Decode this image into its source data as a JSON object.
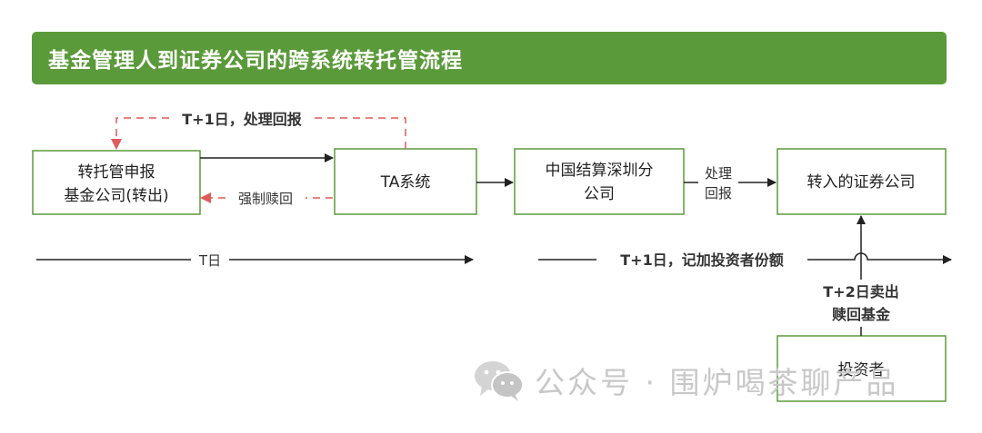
{
  "title": "基金管理人到证券公司的跨系统转托管流程",
  "nodes": {
    "declare": [
      "转托管申报",
      "基金公司(转出)"
    ],
    "ta": [
      "TA系统"
    ],
    "csdc": [
      "中国结算深圳分",
      "公司"
    ],
    "broker": [
      "转入的证券公司"
    ],
    "investor": [
      "投资者"
    ]
  },
  "labels": {
    "t1_process_reply": "T+1日，处理回报",
    "forced_redeem": "强制赎回",
    "process_reply": [
      "处理",
      "回报"
    ],
    "t_day": "T日",
    "t1_record": "T+1日，记加投资者份额",
    "t2_sell": [
      "T+2日卖出",
      "赎回基金"
    ]
  },
  "colors": {
    "banner": "#5b9a3a",
    "box_border": "#5b9a3a",
    "dashed_red": "#e05a5a",
    "arrow": "#222222"
  },
  "watermark": {
    "icon": "wechat-icon",
    "text": "公众号 · 围炉喝茶聊产品"
  }
}
